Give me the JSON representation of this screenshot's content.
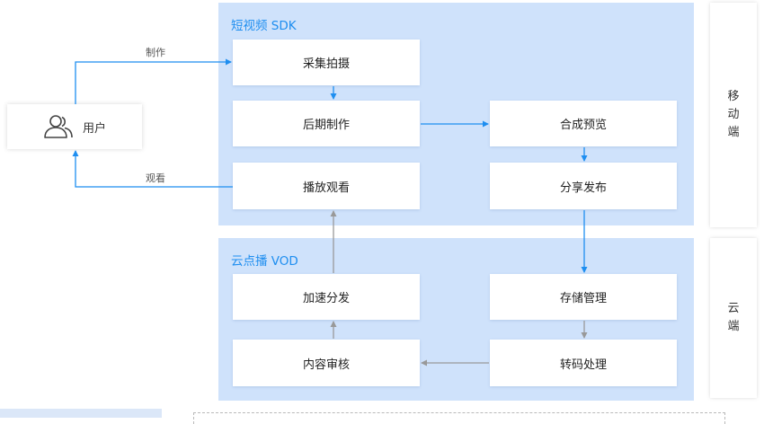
{
  "user": {
    "label": "用户",
    "icon": "users-icon"
  },
  "edges": {
    "make": "制作",
    "watch": "观看"
  },
  "sdk": {
    "title": "短视频 SDK",
    "capture": "采集拍摄",
    "postprod": "后期制作",
    "playback": "播放观看",
    "compose": "合成预览",
    "share": "分享发布"
  },
  "vod": {
    "title": "云点播 VOD",
    "accel": "加速分发",
    "review": "内容审核",
    "storage": "存储管理",
    "transcode": "转码处理"
  },
  "side": {
    "mobile": "移动端",
    "cloud": "云端"
  },
  "colors": {
    "panel": "#cfe2fb",
    "accent": "#1e8ef0",
    "gray_arrow": "#999999"
  }
}
